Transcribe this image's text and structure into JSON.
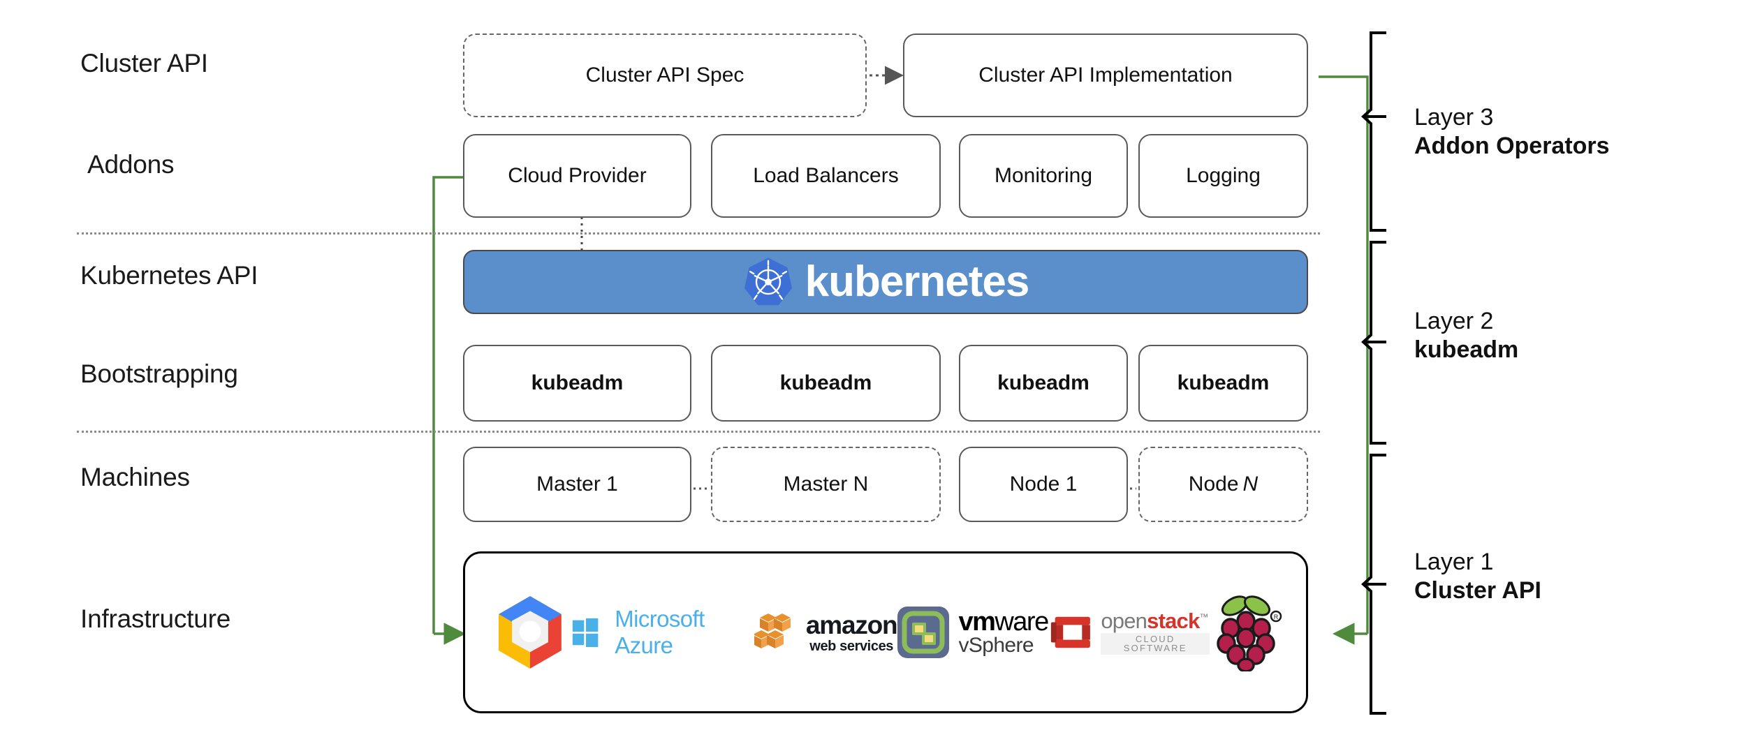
{
  "diagram": {
    "title": "Cluster API layered architecture",
    "accent_green": "#4f8a3d",
    "k8s_banner_color": "#5b8fcb",
    "k8s_logo_color": "#3d6fd4",
    "divider_color": "#8a8a8a"
  },
  "row_labels": [
    {
      "id": "cluster-api",
      "text": "Cluster API"
    },
    {
      "id": "addons",
      "text": "Addons"
    },
    {
      "id": "kubernetes-api",
      "text": "Kubernetes API"
    },
    {
      "id": "bootstrapping",
      "text": "Bootstrapping"
    },
    {
      "id": "machines",
      "text": "Machines"
    },
    {
      "id": "infrastructure",
      "text": "Infrastructure"
    }
  ],
  "cluster_api_row": {
    "spec_box": {
      "label": "Cluster API Spec",
      "style": "dashed"
    },
    "implementation_box": {
      "label": "Cluster API Implementation",
      "style": "solid"
    },
    "connector": "dotted-arrow"
  },
  "addons_row": [
    {
      "label": "Cloud Provider",
      "style": "solid"
    },
    {
      "label": "Load Balancers",
      "style": "solid"
    },
    {
      "label": "Monitoring",
      "style": "solid"
    },
    {
      "label": "Logging",
      "style": "solid"
    }
  ],
  "kubernetes_banner": {
    "wordmark": "kubernetes",
    "logo_name": "kubernetes-helm-icon"
  },
  "bootstrapping_row": [
    {
      "label": "kubeadm",
      "style": "solid"
    },
    {
      "label": "kubeadm",
      "style": "solid"
    },
    {
      "label": "kubeadm",
      "style": "solid"
    },
    {
      "label": "kubeadm",
      "style": "solid"
    }
  ],
  "machines_row": [
    {
      "label": "Master 1",
      "style": "solid",
      "italic_suffix": ""
    },
    {
      "label": "Master N",
      "style": "dashed",
      "italic_suffix": ""
    },
    {
      "label": "Node 1",
      "style": "solid",
      "italic_suffix": ""
    },
    {
      "label": "Node",
      "style": "dashed",
      "italic_suffix": "N"
    }
  ],
  "infrastructure_logos": [
    {
      "name": "google-cloud-platform-logo",
      "text": ""
    },
    {
      "name": "microsoft-azure-logo",
      "text": "Microsoft Azure"
    },
    {
      "name": "amazon-web-services-logo",
      "text": "amazon",
      "subtext": "web services"
    },
    {
      "name": "vmware-vsphere-logo",
      "text_bold": "vm",
      "text_light": "ware",
      "subtext": "vSphere"
    },
    {
      "name": "openstack-logo",
      "text_light": "open",
      "text_bold": "stack",
      "trademark": "™",
      "subtext": "CLOUD SOFTWARE"
    },
    {
      "name": "raspberry-pi-logo",
      "text": ""
    }
  ],
  "layers": [
    {
      "id": "layer-3",
      "line1": "Layer 3",
      "line2": "Addon Operators"
    },
    {
      "id": "layer-2",
      "line1": "Layer 2",
      "line2": "kubeadm"
    },
    {
      "id": "layer-1",
      "line1": "Layer 1",
      "line2": "Cluster API"
    }
  ]
}
